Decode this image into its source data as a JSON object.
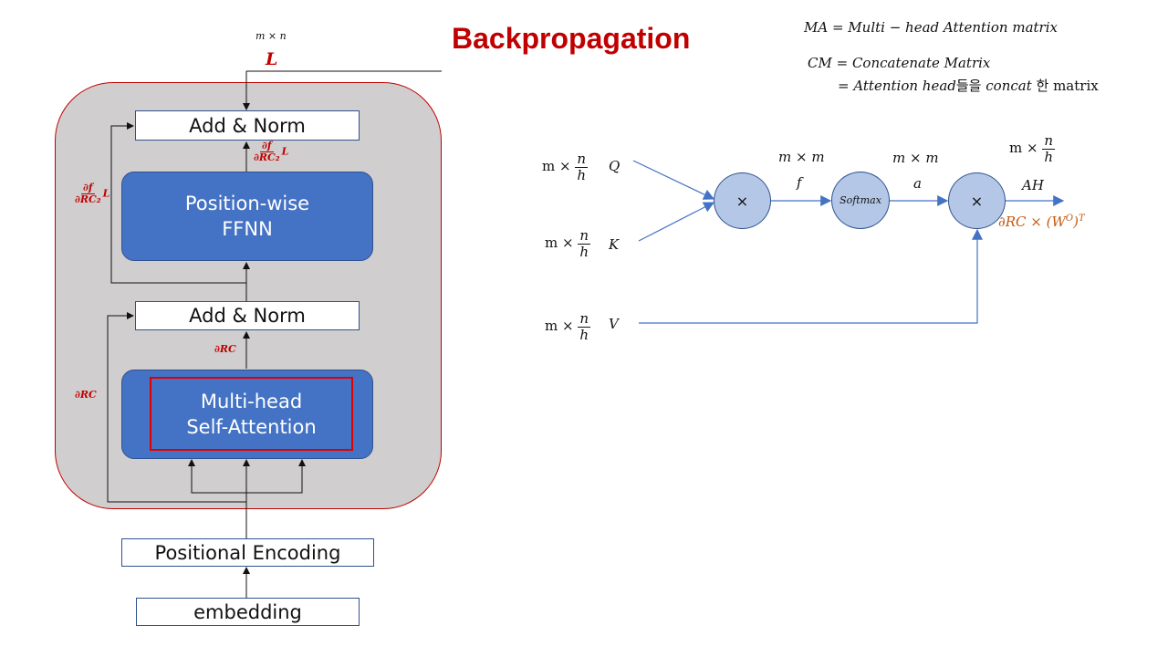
{
  "title": "Backpropagation",
  "encoder": {
    "output_dim": "m × n",
    "loss": "L",
    "add_norm_top": "Add & Norm",
    "ffnn_line1": "Position-wise",
    "ffnn_line2": "FFNN",
    "add_norm_bottom": "Add & Norm",
    "mha_line1": "Multi-head",
    "mha_line2": "Self-Attention",
    "positional_encoding": "Positional Encoding",
    "embedding": "embedding",
    "grad_ffnn_num": "∂f",
    "grad_ffnn_den": "∂RC₂",
    "grad_ffnn_suffix": "L",
    "grad_residual_num": "∂f",
    "grad_residual_den": "∂RC₂",
    "grad_residual_suffix": "L",
    "grad_rc_mid": "∂RC",
    "grad_rc_left": "∂RC"
  },
  "notes": {
    "ma": "MA = Multi − head Attention matrix",
    "cm_line1": "CM = Concatenate Matrix",
    "cm_line2_a": "= Attention head",
    "cm_line2_b": "들을",
    "cm_line2_c": "concat",
    "cm_line2_d": "한 matrix"
  },
  "graph": {
    "q_prefix": "m ×",
    "q_num": "n",
    "q_den": "h",
    "q_label": "Q",
    "k_prefix": "m ×",
    "k_num": "n",
    "k_den": "h",
    "k_label": "K",
    "v_prefix": "m ×",
    "v_num": "n",
    "v_den": "h",
    "v_label": "V",
    "mul1": "×",
    "f_dim": "m × m",
    "f_label": "f",
    "softmax": "Softmax",
    "a_dim": "m × m",
    "a_label": "a",
    "mul2": "×",
    "ah_prefix": "m ×",
    "ah_num": "n",
    "ah_den": "h",
    "ah_label": "AH",
    "ah_grad": "∂RC × (W",
    "ah_grad_sup_o": "O",
    "ah_grad_close": ")",
    "ah_grad_sup_t": "T"
  },
  "colors": {
    "title_red": "#c00000",
    "block_blue": "#4472c4",
    "node_blue": "#b4c7e7",
    "line_blue": "#4472c4",
    "gradient_orange": "#c55a11",
    "panel_gray": "#d0cece"
  }
}
